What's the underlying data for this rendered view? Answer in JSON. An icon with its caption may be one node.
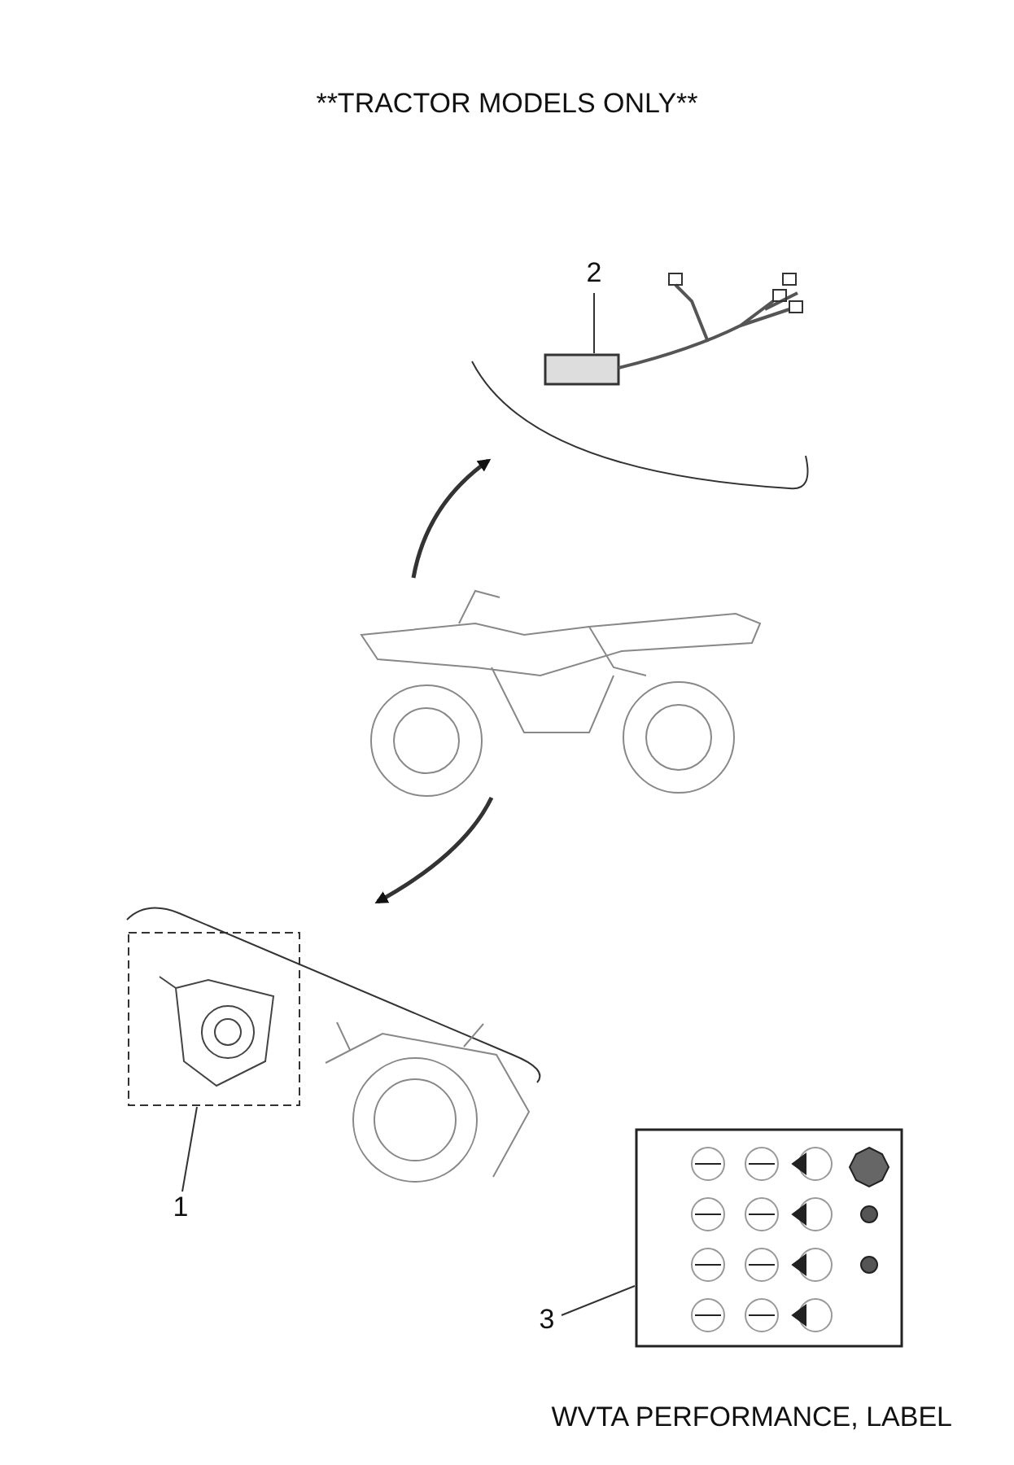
{
  "diagram": {
    "title": "**TRACTOR MODELS ONLY**",
    "caption": "WVTA PERFORMANCE, LABEL",
    "nodes": [
      {
        "text": [
          "2"
        ]
      },
      {
        "text": [],
        "shape": "picture"
      },
      {
        "text": [],
        "shape": "picture"
      },
      {
        "text": [],
        "shape": "picture"
      },
      {
        "text": [],
        "shape": "box",
        "in": 3
      },
      {
        "text": [
          "1"
        ]
      },
      {
        "text": [],
        "shape": "box"
      },
      {
        "text": [
          "3"
        ]
      }
    ],
    "edges": [
      {
        "from": 0,
        "to": 1,
        "arrow": "none"
      },
      {
        "from": 2,
        "to": 1,
        "arrow": "to",
        "style": "thick"
      },
      {
        "from": 2,
        "to": 3,
        "arrow": "to",
        "style": "thick"
      },
      {
        "from": 5,
        "to": 4,
        "arrow": "none"
      },
      {
        "from": 7,
        "to": 6,
        "arrow": "none"
      }
    ]
  }
}
